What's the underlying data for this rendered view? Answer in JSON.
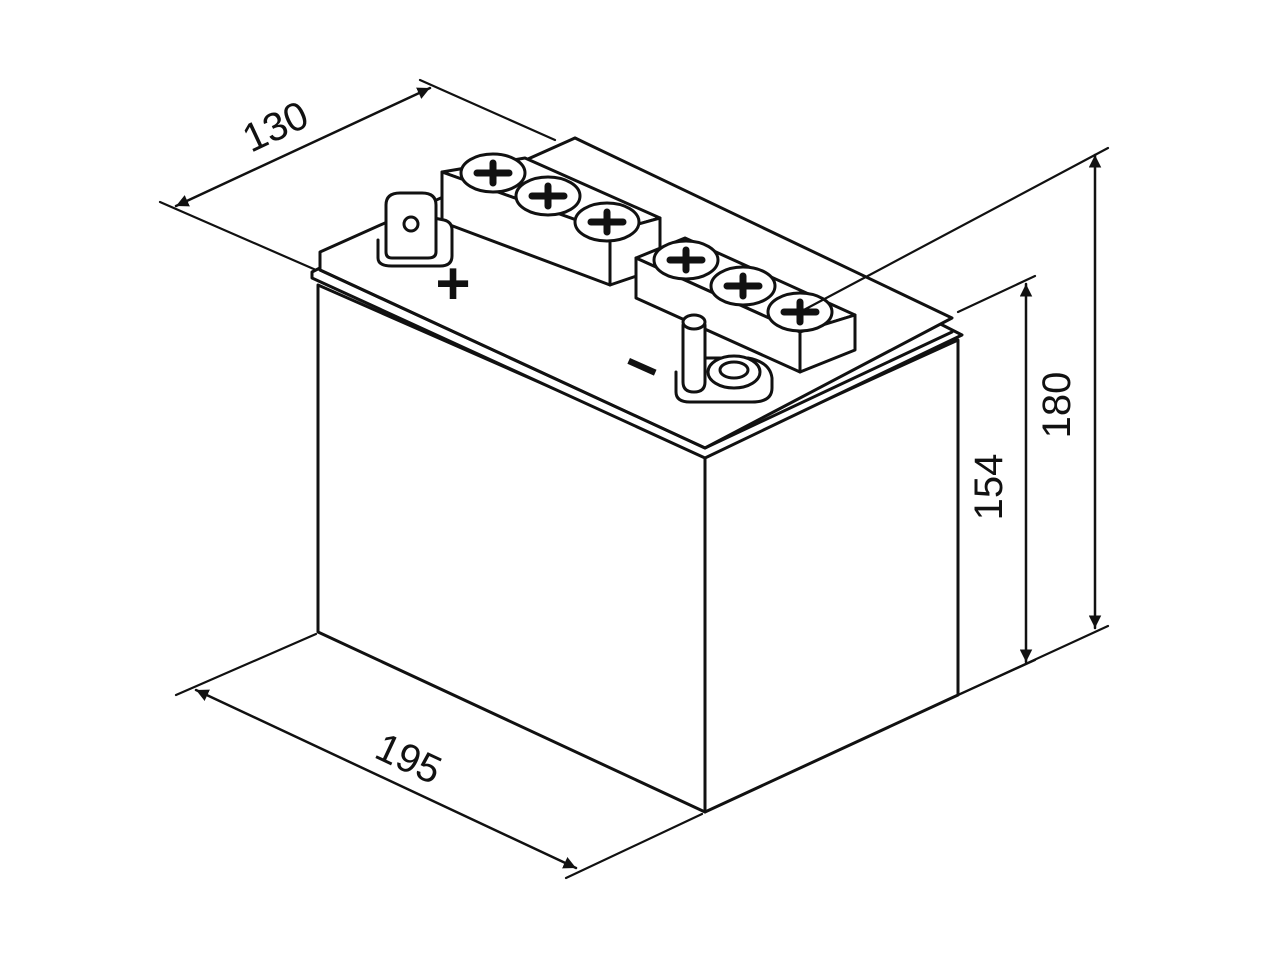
{
  "diagram": {
    "dimensions": {
      "depth": "130",
      "length": "195",
      "height_body": "154",
      "height_total": "180"
    },
    "terminal_symbols": {
      "positive": "+",
      "negative": "−"
    },
    "colors": {
      "line": "#111111",
      "fill": "#ffffff"
    }
  }
}
